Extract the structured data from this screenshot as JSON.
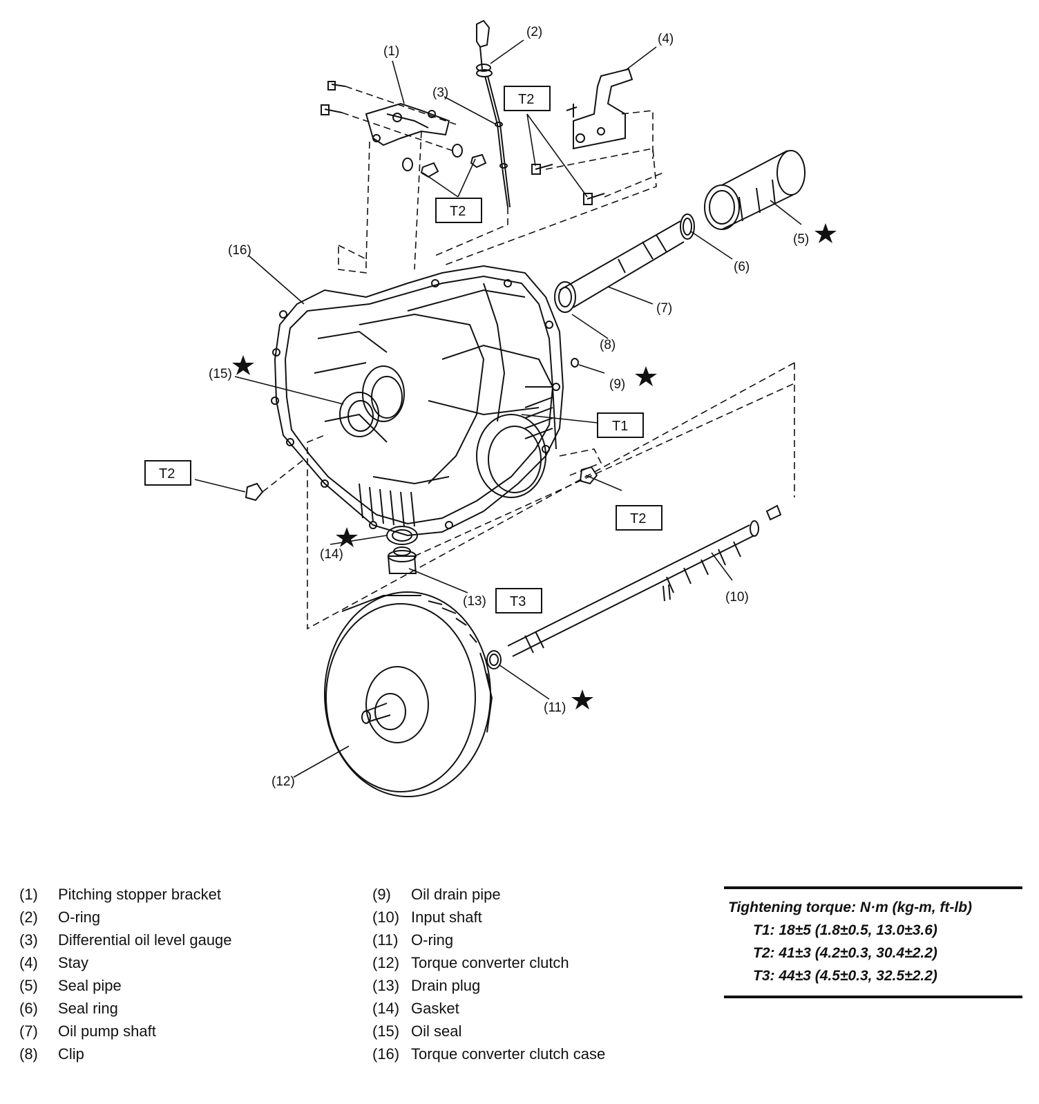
{
  "callouts": {
    "c1": "(1)",
    "c2": "(2)",
    "c3": "(3)",
    "c4": "(4)",
    "c5": "(5)",
    "c6": "(6)",
    "c7": "(7)",
    "c8": "(8)",
    "c9": "(9)",
    "c10": "(10)",
    "c11": "(11)",
    "c12": "(12)",
    "c13": "(13)",
    "c14": "(14)",
    "c15": "(15)",
    "c16": "(16)"
  },
  "torque_tags": {
    "t2_top": "T2",
    "t2_mid": "T2",
    "t2_left": "T2",
    "t2_right": "T2",
    "t1": "T1",
    "t3": "T3"
  },
  "legend": {
    "left": [
      {
        "num": "(1)",
        "text": "Pitching stopper bracket"
      },
      {
        "num": "(2)",
        "text": "O-ring"
      },
      {
        "num": "(3)",
        "text": "Differential oil level gauge"
      },
      {
        "num": "(4)",
        "text": "Stay"
      },
      {
        "num": "(5)",
        "text": "Seal pipe"
      },
      {
        "num": "(6)",
        "text": "Seal ring"
      },
      {
        "num": "(7)",
        "text": "Oil pump shaft"
      },
      {
        "num": "(8)",
        "text": "Clip"
      }
    ],
    "right": [
      {
        "num": "(9)",
        "text": "Oil drain pipe"
      },
      {
        "num": "(10)",
        "text": "Input shaft"
      },
      {
        "num": "(11)",
        "text": "O-ring"
      },
      {
        "num": "(12)",
        "text": "Torque converter clutch"
      },
      {
        "num": "(13)",
        "text": "Drain plug"
      },
      {
        "num": "(14)",
        "text": "Gasket"
      },
      {
        "num": "(15)",
        "text": "Oil seal"
      },
      {
        "num": "(16)",
        "text": "Torque converter clutch case"
      }
    ]
  },
  "torque": {
    "title": "Tightening torque: N·m (kg-m, ft-lb)",
    "rows": [
      "T1: 18±5 (1.8±0.5, 13.0±3.6)",
      "T2: 41±3 (4.2±0.3, 30.4±2.2)",
      "T3: 44±3 (4.5±0.3, 32.5±2.2)"
    ]
  }
}
